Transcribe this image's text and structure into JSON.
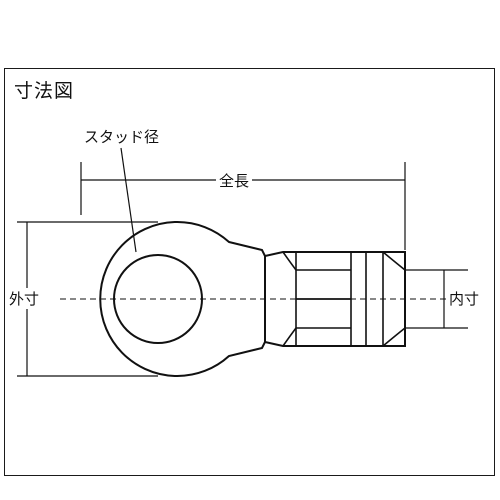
{
  "diagram": {
    "title": "寸法図",
    "labels": {
      "stud_diameter": "スタッド径",
      "overall_length": "全長",
      "outer_dimension": "外寸",
      "inner_dimension": "内寸"
    }
  }
}
